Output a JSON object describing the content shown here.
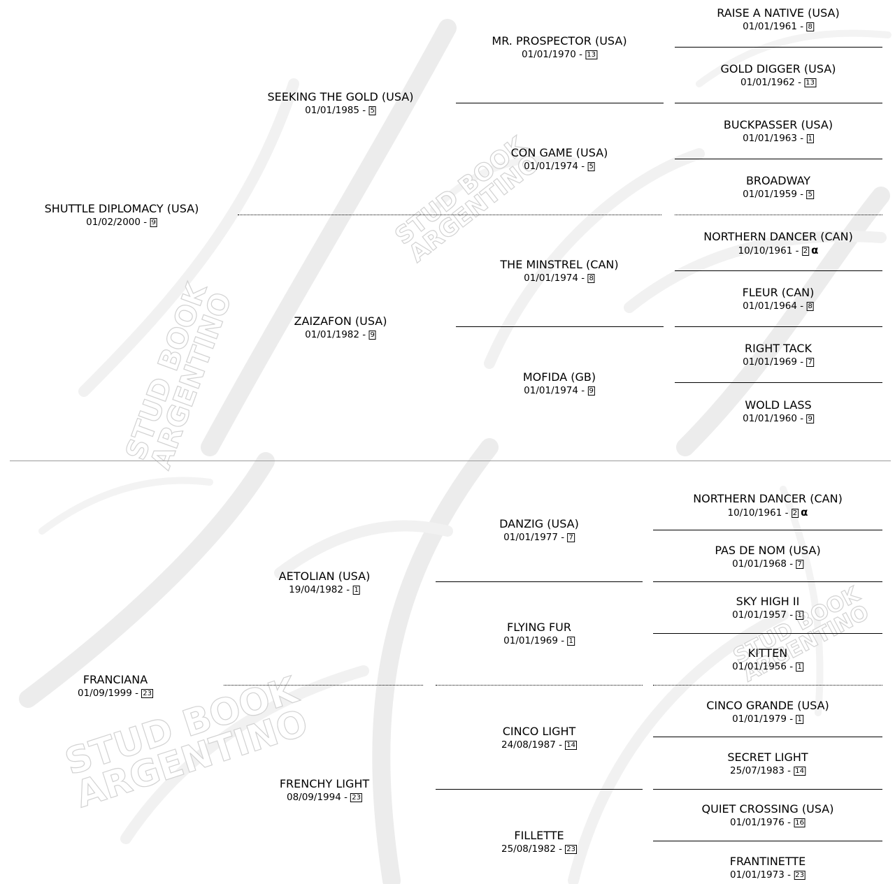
{
  "watermark": {
    "line1": "STUD BOOK",
    "line2": "ARGENTINO"
  },
  "sire": {
    "gen1": {
      "name": "SHUTTLE DIPLOMACY (USA)",
      "date": "01/02/2000",
      "family": "9"
    },
    "gen2": [
      {
        "name": "SEEKING THE GOLD (USA)",
        "date": "01/01/1985",
        "family": "5"
      },
      {
        "name": "ZAIZAFON (USA)",
        "date": "01/01/1982",
        "family": "9"
      }
    ],
    "gen3": [
      {
        "name": "MR. PROSPECTOR (USA)",
        "date": "01/01/1970",
        "family": "13"
      },
      {
        "name": "CON GAME (USA)",
        "date": "01/01/1974",
        "family": "5"
      },
      {
        "name": "THE MINSTREL (CAN)",
        "date": "01/01/1974",
        "family": "8"
      },
      {
        "name": "MOFIDA (GB)",
        "date": "01/01/1974",
        "family": "9"
      }
    ],
    "gen4": [
      {
        "name": "RAISE A NATIVE (USA)",
        "date": "01/01/1961",
        "family": "8"
      },
      {
        "name": "GOLD DIGGER (USA)",
        "date": "01/01/1962",
        "family": "13"
      },
      {
        "name": "BUCKPASSER (USA)",
        "date": "01/01/1963",
        "family": "1"
      },
      {
        "name": "BROADWAY",
        "date": "01/01/1959",
        "family": "5"
      },
      {
        "name": "NORTHERN DANCER (CAN)",
        "date": "10/10/1961",
        "family": "2",
        "mark": "α"
      },
      {
        "name": "FLEUR (CAN)",
        "date": "01/01/1964",
        "family": "8"
      },
      {
        "name": "RIGHT TACK",
        "date": "01/01/1969",
        "family": "7"
      },
      {
        "name": "WOLD LASS",
        "date": "01/01/1960",
        "family": "9"
      }
    ]
  },
  "dam": {
    "gen1": {
      "name": "FRANCIANA",
      "date": "01/09/1999",
      "family": "23"
    },
    "gen2": [
      {
        "name": "AETOLIAN (USA)",
        "date": "19/04/1982",
        "family": "1"
      },
      {
        "name": "FRENCHY LIGHT",
        "date": "08/09/1994",
        "family": "23"
      }
    ],
    "gen3": [
      {
        "name": "DANZIG (USA)",
        "date": "01/01/1977",
        "family": "7"
      },
      {
        "name": "FLYING FUR",
        "date": "01/01/1969",
        "family": "1"
      },
      {
        "name": "CINCO LIGHT",
        "date": "24/08/1987",
        "family": "14"
      },
      {
        "name": "FILLETTE",
        "date": "25/08/1982",
        "family": "23"
      }
    ],
    "gen4": [
      {
        "name": "NORTHERN DANCER (CAN)",
        "date": "10/10/1961",
        "family": "2",
        "mark": "α"
      },
      {
        "name": "PAS DE NOM (USA)",
        "date": "01/01/1968",
        "family": "7"
      },
      {
        "name": "SKY HIGH II",
        "date": "01/01/1957",
        "family": "1"
      },
      {
        "name": "KITTEN",
        "date": "01/01/1956",
        "family": "1"
      },
      {
        "name": "CINCO GRANDE (USA)",
        "date": "01/01/1979",
        "family": "1"
      },
      {
        "name": "SECRET LIGHT",
        "date": "25/07/1983",
        "family": "14"
      },
      {
        "name": "QUIET CROSSING (USA)",
        "date": "01/01/1976",
        "family": "16"
      },
      {
        "name": "FRANTINETTE",
        "date": "01/01/1973",
        "family": "23"
      }
    ]
  }
}
